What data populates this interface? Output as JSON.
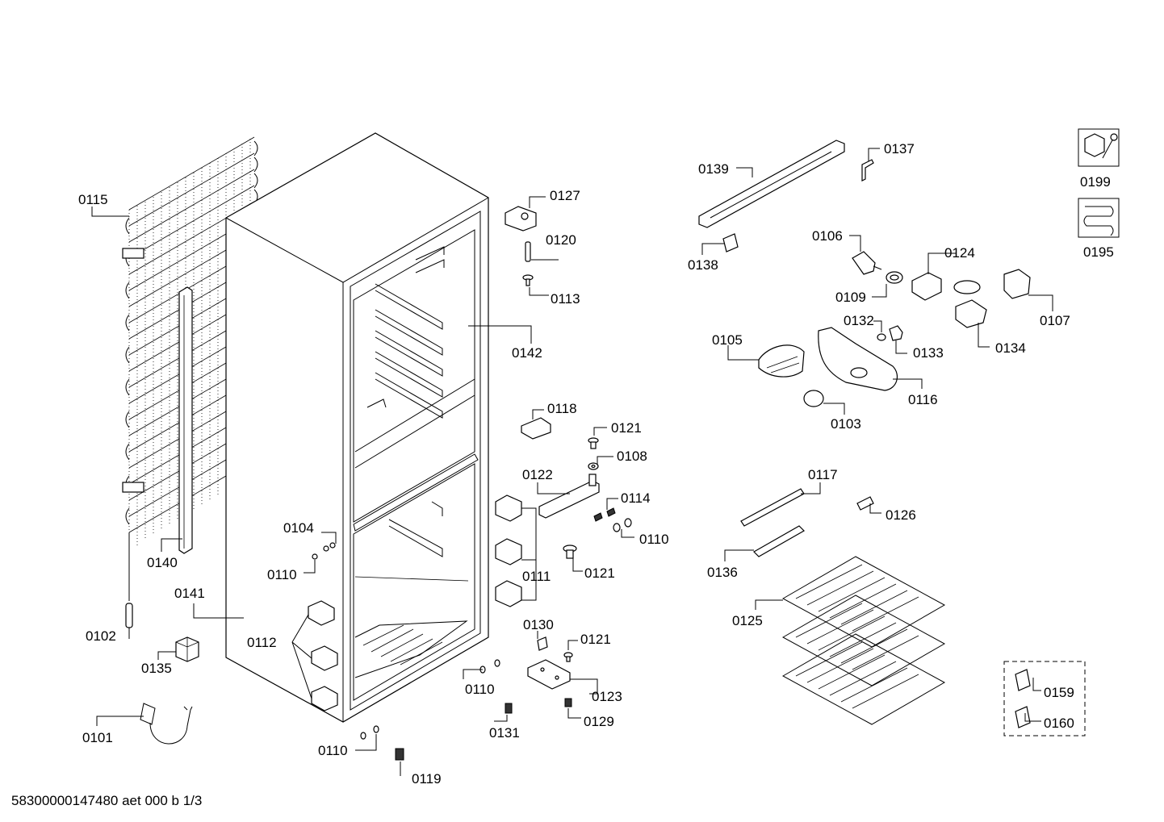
{
  "footer": {
    "document_code": "58300000147480 aet 000 b 1/3"
  },
  "callouts": [
    {
      "id": "0115",
      "label": "0115"
    },
    {
      "id": "0102",
      "label": "0102"
    },
    {
      "id": "0135",
      "label": "0135"
    },
    {
      "id": "0101",
      "label": "0101"
    },
    {
      "id": "0140",
      "label": "0140"
    },
    {
      "id": "0141",
      "label": "0141"
    },
    {
      "id": "0112",
      "label": "0112"
    },
    {
      "id": "0104",
      "label": "0104"
    },
    {
      "id": "0110a",
      "label": "0110"
    },
    {
      "id": "0110b",
      "label": "0110"
    },
    {
      "id": "0110c",
      "label": "0110"
    },
    {
      "id": "0110d",
      "label": "0110"
    },
    {
      "id": "0119",
      "label": "0119"
    },
    {
      "id": "0131",
      "label": "0131"
    },
    {
      "id": "0127",
      "label": "0127"
    },
    {
      "id": "0120",
      "label": "0120"
    },
    {
      "id": "0113",
      "label": "0113"
    },
    {
      "id": "0142",
      "label": "0142"
    },
    {
      "id": "0118",
      "label": "0118"
    },
    {
      "id": "0121a",
      "label": "0121"
    },
    {
      "id": "0108",
      "label": "0108"
    },
    {
      "id": "0122",
      "label": "0122"
    },
    {
      "id": "0114",
      "label": "0114"
    },
    {
      "id": "0111",
      "label": "0111"
    },
    {
      "id": "0121b",
      "label": "0121"
    },
    {
      "id": "0130",
      "label": "0130"
    },
    {
      "id": "0121c",
      "label": "0121"
    },
    {
      "id": "0123",
      "label": "0123"
    },
    {
      "id": "0129",
      "label": "0129"
    },
    {
      "id": "0139",
      "label": "0139"
    },
    {
      "id": "0137",
      "label": "0137"
    },
    {
      "id": "0138",
      "label": "0138"
    },
    {
      "id": "0106",
      "label": "0106"
    },
    {
      "id": "0124",
      "label": "0124"
    },
    {
      "id": "0109",
      "label": "0109"
    },
    {
      "id": "0132",
      "label": "0132"
    },
    {
      "id": "0133",
      "label": "0133"
    },
    {
      "id": "0134",
      "label": "0134"
    },
    {
      "id": "0107",
      "label": "0107"
    },
    {
      "id": "0105",
      "label": "0105"
    },
    {
      "id": "0116",
      "label": "0116"
    },
    {
      "id": "0103",
      "label": "0103"
    },
    {
      "id": "0117",
      "label": "0117"
    },
    {
      "id": "0126",
      "label": "0126"
    },
    {
      "id": "0136",
      "label": "0136"
    },
    {
      "id": "0125",
      "label": "0125"
    },
    {
      "id": "0159",
      "label": "0159"
    },
    {
      "id": "0160",
      "label": "0160"
    },
    {
      "id": "0199",
      "label": "0199"
    },
    {
      "id": "0195",
      "label": "0195"
    }
  ],
  "icons": {
    "tools": "nut-and-wrench-icon",
    "heater": "heating-coil-icon"
  }
}
